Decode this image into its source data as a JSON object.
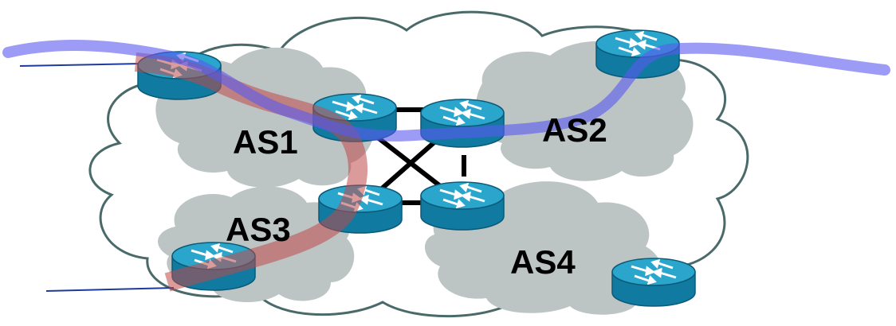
{
  "diagram": {
    "autonomous_systems": [
      {
        "id": "as1",
        "label": "AS1"
      },
      {
        "id": "as2",
        "label": "AS2"
      },
      {
        "id": "as3",
        "label": "AS3"
      },
      {
        "id": "as4",
        "label": "AS4"
      }
    ],
    "routers": [
      {
        "id": "router-as1-edge",
        "icon": "router-icon"
      },
      {
        "id": "router-as1-border",
        "icon": "router-icon"
      },
      {
        "id": "router-as2-border",
        "icon": "router-icon"
      },
      {
        "id": "router-as2-edge",
        "icon": "router-icon"
      },
      {
        "id": "router-as3-border",
        "icon": "router-icon"
      },
      {
        "id": "router-as3-edge",
        "icon": "router-icon"
      },
      {
        "id": "router-as4-border",
        "icon": "router-icon"
      },
      {
        "id": "router-as4-edge",
        "icon": "router-icon"
      }
    ],
    "paths": [
      {
        "id": "blue-path",
        "color": "#5a5af0"
      },
      {
        "id": "red-path",
        "color": "#c04848"
      }
    ],
    "colors": {
      "cloud_outer_fill": "#ffffff",
      "cloud_outer_stroke": "#4a6a6a",
      "cloud_inner_fill": "#bcc4c4",
      "router_top": "#2aa6cc",
      "router_side": "#117aa0",
      "links": "#000000"
    }
  }
}
